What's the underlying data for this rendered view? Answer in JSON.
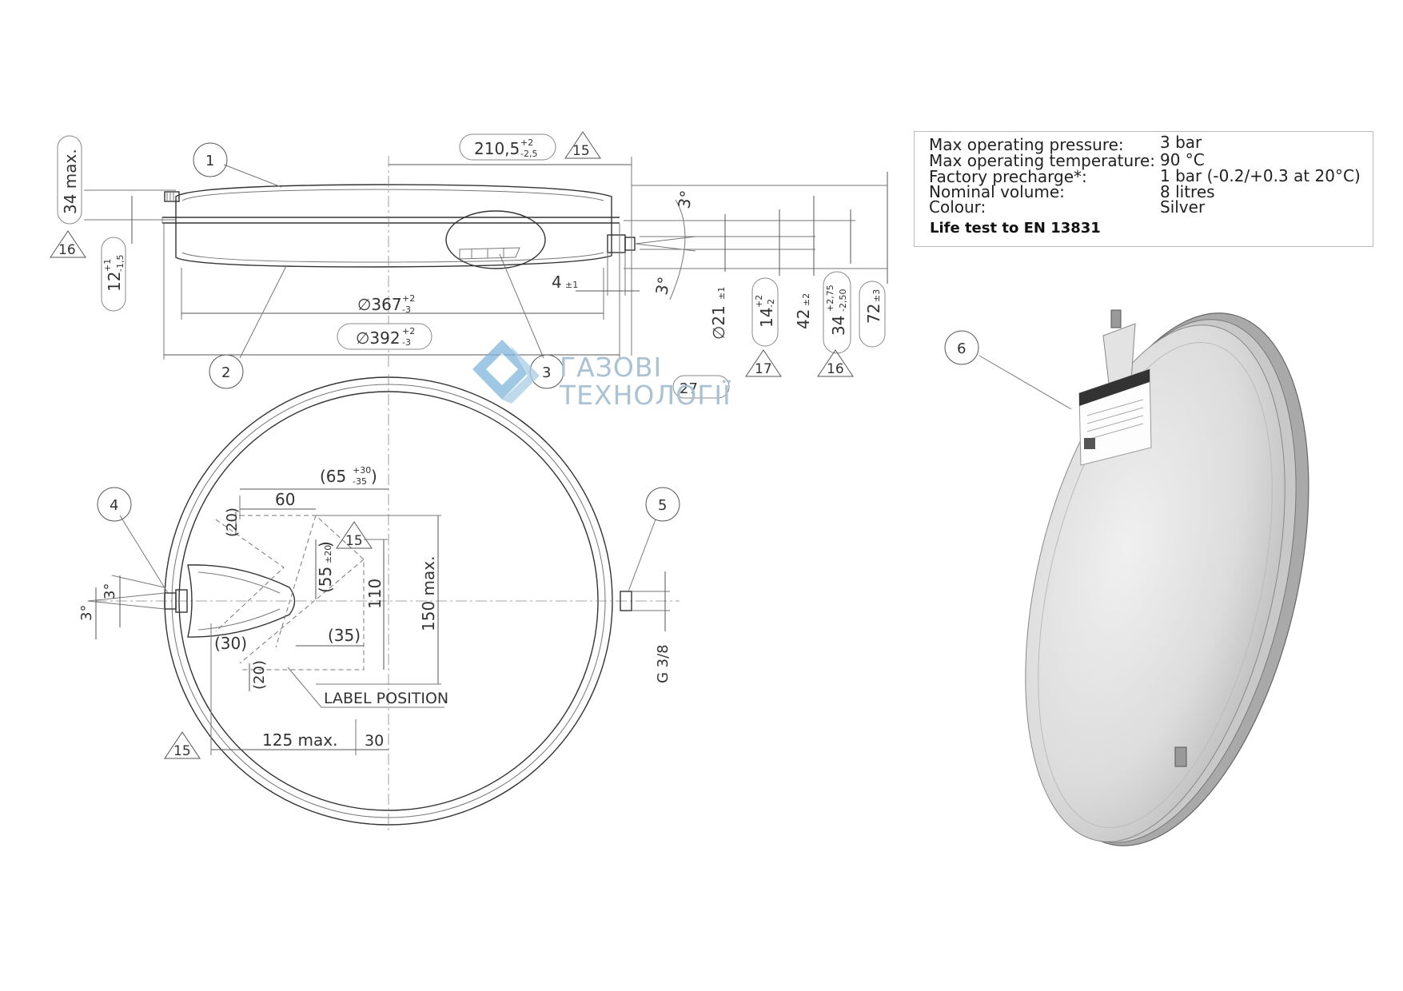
{
  "specs": [
    {
      "label": "Max operating pressure:",
      "value": "3 bar"
    },
    {
      "label": "Max operating temperature:",
      "value": "90 °C"
    },
    {
      "label": "Factory precharge*:",
      "value": "1 bar (-0.2/+0.3 at 20°C)"
    },
    {
      "label": "Nominal volume:",
      "value": "8 litres"
    },
    {
      "label": "Colour:",
      "value": "Silver"
    }
  ],
  "spec_note": "Life test to EN 13831",
  "watermark": {
    "line1": "ГАЗОВІ",
    "line2": "ТЕХНОЛОГІЇ",
    "accent": "#5fa6d8"
  },
  "callouts": [
    "1",
    "2",
    "3",
    "4",
    "5",
    "6"
  ],
  "side_view": {
    "d210": "210,5",
    "d210_tol_hi": "+2",
    "d210_tol_lo": "-2,5",
    "d367": "∅367",
    "d367_tol_hi": "+2",
    "d367_tol_lo": "-3",
    "d392": "∅392",
    "d392_tol_hi": "+2",
    "d392_tol_lo": "-3",
    "d34max": "34 max.",
    "d12": "12",
    "d12_tol_hi": "+1",
    "d12_tol_lo": "-1,5",
    "d4": "4",
    "d4_tol": "±1",
    "d21": "∅21",
    "d21_tol": "±1",
    "d14": "14",
    "d14_tol_hi": "+2",
    "d14_tol_lo": "-2",
    "d42": "42",
    "d42_tol": "±2",
    "d34": "34",
    "d34_tol_hi": "+2,75",
    "d34_tol_lo": "-2,50",
    "d72": "72",
    "d72_tol": "±3",
    "d27": "27",
    "angle_top": "3°",
    "angle_bottom": "3°"
  },
  "front_view": {
    "d65": "(65",
    "d65_tol_hi": "+30",
    "d65_tol_lo": "-35",
    "d65_close": ")",
    "d60": "60",
    "d20_top": "(20)",
    "d20_bottom": "(20)",
    "d55": "(55",
    "d55_tol": "±20",
    "d55_close": ")",
    "d110": "110",
    "d150max": "150 max.",
    "d35": "(35)",
    "d30_left": "(30)",
    "d30_bottom": "30",
    "d125max": "125 max.",
    "angle_a": "3°",
    "angle_b": "3°",
    "label_position": "LABEL POSITION",
    "thread": "G 3/8"
  },
  "triangles": [
    "15",
    "16",
    "17",
    "16",
    "15",
    "15"
  ]
}
